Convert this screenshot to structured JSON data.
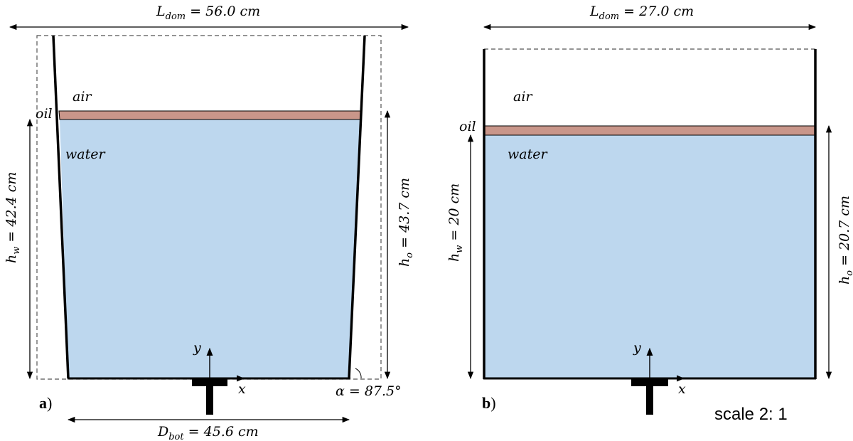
{
  "panel_a": {
    "letter": "a",
    "paren": ")",
    "l_dom": "L_dom = 56.0 cm",
    "l_dom_main": "L",
    "l_dom_sub": "dom",
    "l_dom_rest": " = 56.0 cm",
    "h_w_main": "h",
    "h_w_sub": "w",
    "h_w_rest": " = 42.4 cm",
    "h_o_main": "h",
    "h_o_sub": "o",
    "h_o_rest": " = 43.7 cm",
    "d_bot_main": "D",
    "d_bot_sub": "bot",
    "d_bot_rest": " = 45.6 cm",
    "alpha": "α = 87.5°",
    "air": "air",
    "oil": "oil",
    "water": "water",
    "axis_x": "x",
    "axis_y": "y"
  },
  "panel_b": {
    "letter": "b",
    "paren": ")",
    "l_dom_main": "L",
    "l_dom_sub": "dom",
    "l_dom_rest": " = 27.0 cm",
    "h_w_main": "h",
    "h_w_sub": "w",
    "h_w_rest": " = 20 cm",
    "h_o_main": "h",
    "h_o_sub": "o",
    "h_o_rest": " = 20.7 cm",
    "air": "air",
    "oil": "oil",
    "water": "water",
    "axis_x": "x",
    "axis_y": "y",
    "scale": "scale 2: 1"
  },
  "colors": {
    "water": "#bdd7ee",
    "oil": "#c9968a",
    "line": "#000000"
  }
}
